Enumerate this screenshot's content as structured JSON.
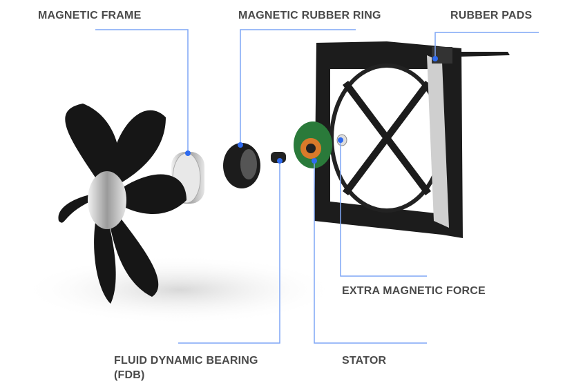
{
  "labels": {
    "magnetic_frame": "MAGNETIC FRAME",
    "magnetic_rubber_ring": "MAGNETIC RUBBER RING",
    "rubber_pads": "RUBBER PADS",
    "extra_magnetic_force": "EXTRA MAGNETIC FORCE",
    "fdb_line1": "FLUID DYNAMIC BEARING",
    "fdb_line2": "(FDB)",
    "stator": "STATOR"
  },
  "colors": {
    "leader": "#7fa6f5",
    "dot": "#2f6bf0",
    "text": "#4a4a4a",
    "part": "#1c1c1c"
  }
}
